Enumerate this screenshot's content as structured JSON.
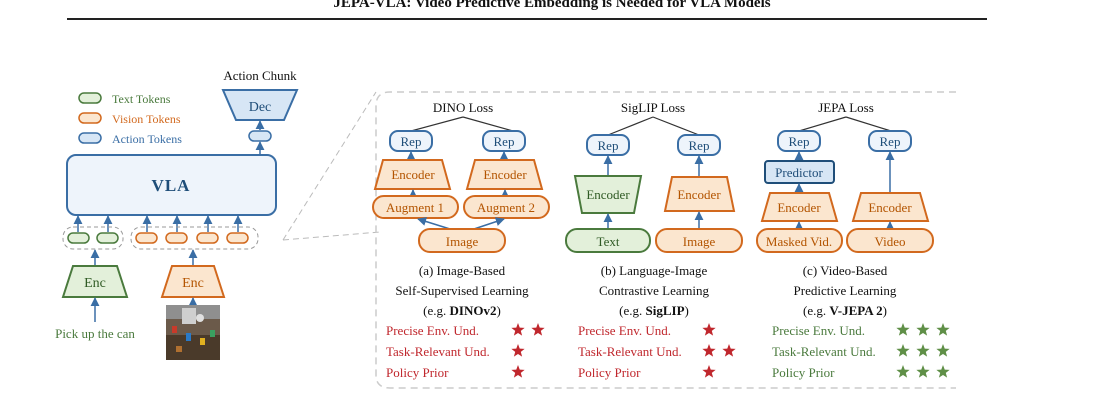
{
  "header": {
    "title": "JEPA-VLA: Video Predictive Embedding is Needed for VLA Models"
  },
  "colors": {
    "blue": "#3a6ea5",
    "blue_fill": "#eef4fb",
    "blue_fill_dark": "#d7e6f5",
    "orange": "#d2691e",
    "orange_fill": "#fbe6cf",
    "green": "#4a7a3d",
    "green_fill": "#e3f0da",
    "red": "#c0272d",
    "star_green": "#5f8f47"
  },
  "left": {
    "legend": {
      "text_tokens": "Text Tokens",
      "vision_tokens": "Vision Tokens",
      "action_tokens": "Action Tokens"
    },
    "action_chunk": "Action Chunk",
    "dec": "Dec",
    "vla": "VLA",
    "text_enc": "Enc",
    "vision_enc": "Enc",
    "instruction": "Pick up the can"
  },
  "panels": {
    "dino": {
      "loss": "DINO Loss",
      "rep_left": "Rep",
      "rep_right": "Rep",
      "enc_left": "Encoder",
      "enc_right": "Encoder",
      "aug1": "Augment 1",
      "aug2": "Augment 2",
      "input": "Image",
      "caption_line1": "(a) Image-Based",
      "caption_line2": "Self-Supervised Learning",
      "eg_prefix": "(e.g. ",
      "eg_name": "DINOv2",
      "eg_suffix": ")"
    },
    "siglip": {
      "loss": "SigLIP Loss",
      "rep_left": "Rep",
      "rep_right": "Rep",
      "enc_left": "Encoder",
      "enc_right": "Encoder",
      "input_left": "Text",
      "input_right": "Image",
      "caption_line1": "(b) Language-Image",
      "caption_line2": "Contrastive Learning",
      "eg_prefix": "(e.g. ",
      "eg_name": "SigLIP",
      "eg_suffix": ")"
    },
    "jepa": {
      "loss": "JEPA Loss",
      "rep_left": "Rep",
      "rep_right": "Rep",
      "predictor": "Predictor",
      "enc_left": "Encoder",
      "enc_right": "Encoder",
      "input_left": "Masked Vid.",
      "input_right": "Video",
      "caption_line1": "(c) Video-Based",
      "caption_line2": "Predictive Learning",
      "eg_prefix": "(e.g. ",
      "eg_name": "V-JEPA 2",
      "eg_suffix": ")"
    }
  },
  "ratings": {
    "labels": [
      "Precise Env. Und.",
      "Task-Relevant Und.",
      "Policy Prior"
    ],
    "dino": [
      2,
      1,
      1
    ],
    "siglip": [
      1,
      2,
      1
    ],
    "jepa": [
      3,
      3,
      3
    ]
  }
}
